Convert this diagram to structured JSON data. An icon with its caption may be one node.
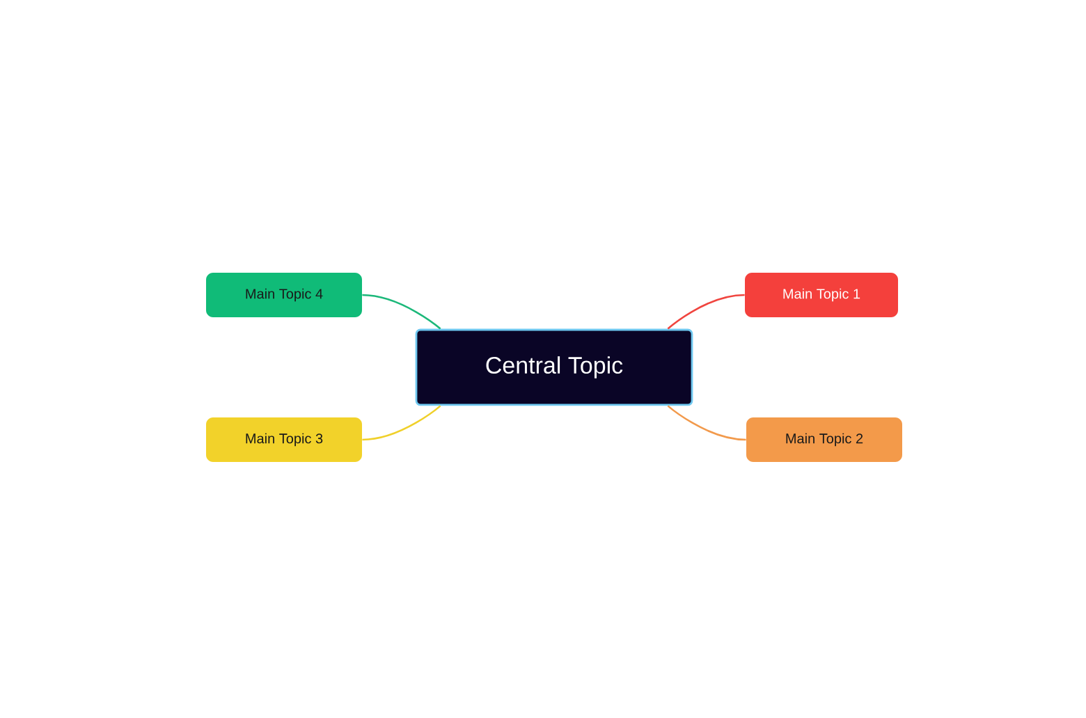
{
  "diagram": {
    "nodes": [
      {
        "text": [
          "Central Topic"
        ]
      },
      {
        "text": [
          "Main Topic 1"
        ]
      },
      {
        "text": [
          "Main Topic 2"
        ]
      },
      {
        "text": [
          "Main Topic 3"
        ]
      },
      {
        "text": [
          "Main Topic 4"
        ]
      }
    ],
    "edges": [
      {
        "from": 0,
        "to": 1,
        "arrow": "none",
        "color": "#f0453f"
      },
      {
        "from": 0,
        "to": 2,
        "arrow": "none",
        "color": "#f29a4c"
      },
      {
        "from": 0,
        "to": 3,
        "arrow": "none",
        "color": "#f0d02a"
      },
      {
        "from": 0,
        "to": 4,
        "arrow": "none",
        "color": "#1cb87a"
      }
    ]
  }
}
